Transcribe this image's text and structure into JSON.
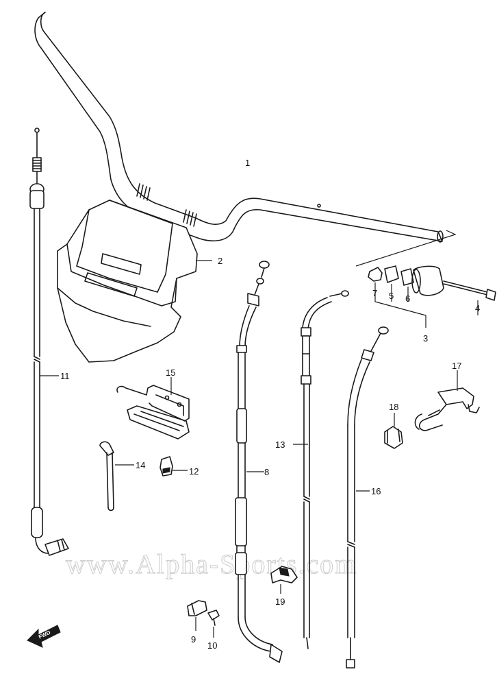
{
  "diagram": {
    "watermark": "www.Alpha-Sports.com",
    "direction_arrow": "FWD",
    "callouts": [
      "1",
      "2",
      "3",
      "4",
      "5",
      "6",
      "7",
      "8",
      "9",
      "10",
      "11",
      "12",
      "13",
      "14",
      "15",
      "16",
      "17",
      "18",
      "19"
    ]
  }
}
